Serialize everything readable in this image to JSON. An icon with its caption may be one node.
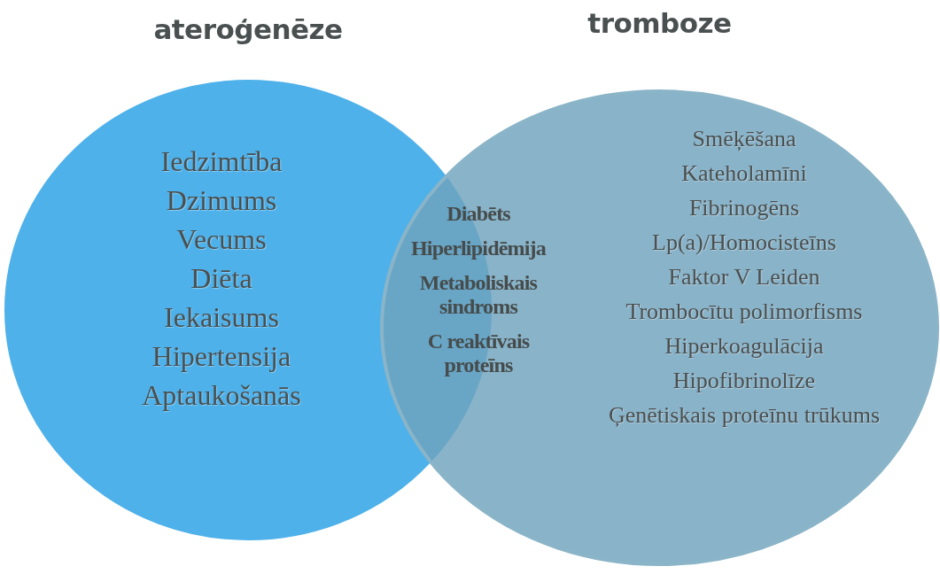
{
  "diagram": {
    "nodes": [
      {
        "text": [
          "ateroģenēze",
          "Iedzimtība",
          "Dzimums",
          "Vecums",
          "Diēta",
          "Iekaisums",
          "Hipertensija",
          "Aptaukošanās"
        ]
      },
      {
        "text": [
          "tromboze",
          "Smēķēšana",
          "Kateholamīni",
          "Fibrinogēns",
          "Lp(a)/Homocisteīns",
          "Faktor V Leiden",
          "Trombocītu polimorfisms",
          "Hiperkoagulācija",
          "Hipofibrinolīze",
          "Ģenētiskais proteīnu trūkums"
        ]
      }
    ],
    "edges": [],
    "labels": [
      "Diabēts",
      "Hiperlipidēmija",
      "Metaboliskais sindroms",
      "C reaktīvais proteīns"
    ]
  }
}
